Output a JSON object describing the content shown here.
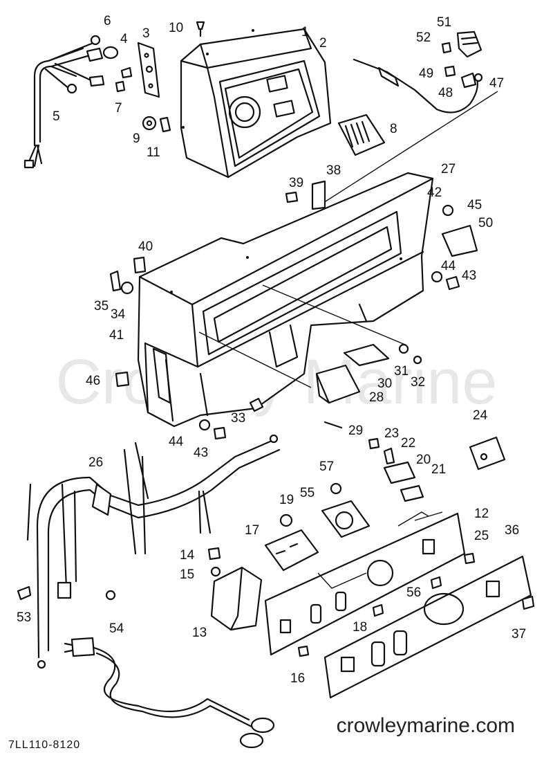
{
  "diagram": {
    "code": "7LL110-8120",
    "watermark": "Crowley Marine",
    "site": "crowleymarine.com"
  },
  "callouts": [
    {
      "id": "c1",
      "text": "1"
    },
    {
      "id": "c2",
      "text": "2"
    },
    {
      "id": "c3",
      "text": "3"
    },
    {
      "id": "c4",
      "text": "4"
    },
    {
      "id": "c5",
      "text": "5"
    },
    {
      "id": "c6",
      "text": "6"
    },
    {
      "id": "c7",
      "text": "7"
    },
    {
      "id": "c8",
      "text": "8"
    },
    {
      "id": "c9",
      "text": "9"
    },
    {
      "id": "c10",
      "text": "10"
    },
    {
      "id": "c11",
      "text": "11"
    },
    {
      "id": "c12",
      "text": "12"
    },
    {
      "id": "c13",
      "text": "13"
    },
    {
      "id": "c14",
      "text": "14"
    },
    {
      "id": "c15",
      "text": "15"
    },
    {
      "id": "c16",
      "text": "16"
    },
    {
      "id": "c17",
      "text": "17"
    },
    {
      "id": "c18",
      "text": "18"
    },
    {
      "id": "c19",
      "text": "19"
    },
    {
      "id": "c20",
      "text": "20"
    },
    {
      "id": "c21",
      "text": "21"
    },
    {
      "id": "c22",
      "text": "22"
    },
    {
      "id": "c23",
      "text": "23"
    },
    {
      "id": "c24",
      "text": "24"
    },
    {
      "id": "c25",
      "text": "25"
    },
    {
      "id": "c26",
      "text": "26"
    },
    {
      "id": "c27",
      "text": "27"
    },
    {
      "id": "c28",
      "text": "28"
    },
    {
      "id": "c29",
      "text": "29"
    },
    {
      "id": "c30",
      "text": "30"
    },
    {
      "id": "c31",
      "text": "31"
    },
    {
      "id": "c32",
      "text": "32"
    },
    {
      "id": "c33",
      "text": "33"
    },
    {
      "id": "c34",
      "text": "34"
    },
    {
      "id": "c35",
      "text": "35"
    },
    {
      "id": "c36",
      "text": "36"
    },
    {
      "id": "c37",
      "text": "37"
    },
    {
      "id": "c38",
      "text": "38"
    },
    {
      "id": "c39",
      "text": "39"
    },
    {
      "id": "c40",
      "text": "40"
    },
    {
      "id": "c41",
      "text": "41"
    },
    {
      "id": "c42",
      "text": "42"
    },
    {
      "id": "c43a",
      "text": "43"
    },
    {
      "id": "c43b",
      "text": "43"
    },
    {
      "id": "c44a",
      "text": "44"
    },
    {
      "id": "c44b",
      "text": "44"
    },
    {
      "id": "c45",
      "text": "45"
    },
    {
      "id": "c46",
      "text": "46"
    },
    {
      "id": "c47",
      "text": "47"
    },
    {
      "id": "c48",
      "text": "48"
    },
    {
      "id": "c49",
      "text": "49"
    },
    {
      "id": "c50",
      "text": "50"
    },
    {
      "id": "c51",
      "text": "51"
    },
    {
      "id": "c52",
      "text": "52"
    },
    {
      "id": "c53",
      "text": "53"
    },
    {
      "id": "c54",
      "text": "54"
    },
    {
      "id": "c55",
      "text": "55"
    },
    {
      "id": "c56",
      "text": "56"
    },
    {
      "id": "c57",
      "text": "57"
    }
  ]
}
